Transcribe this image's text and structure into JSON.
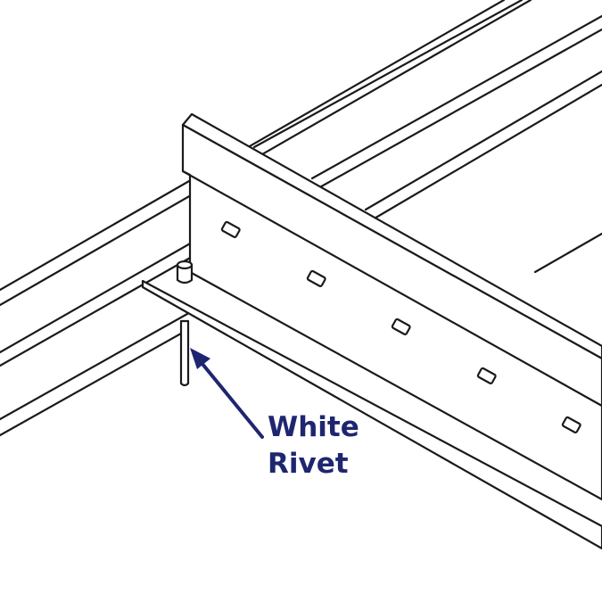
{
  "callout": {
    "line1": "White",
    "line2": "Rivet",
    "color": "#1f2670"
  },
  "parts": [
    "main-beam",
    "cross-tee",
    "white-rivet"
  ]
}
